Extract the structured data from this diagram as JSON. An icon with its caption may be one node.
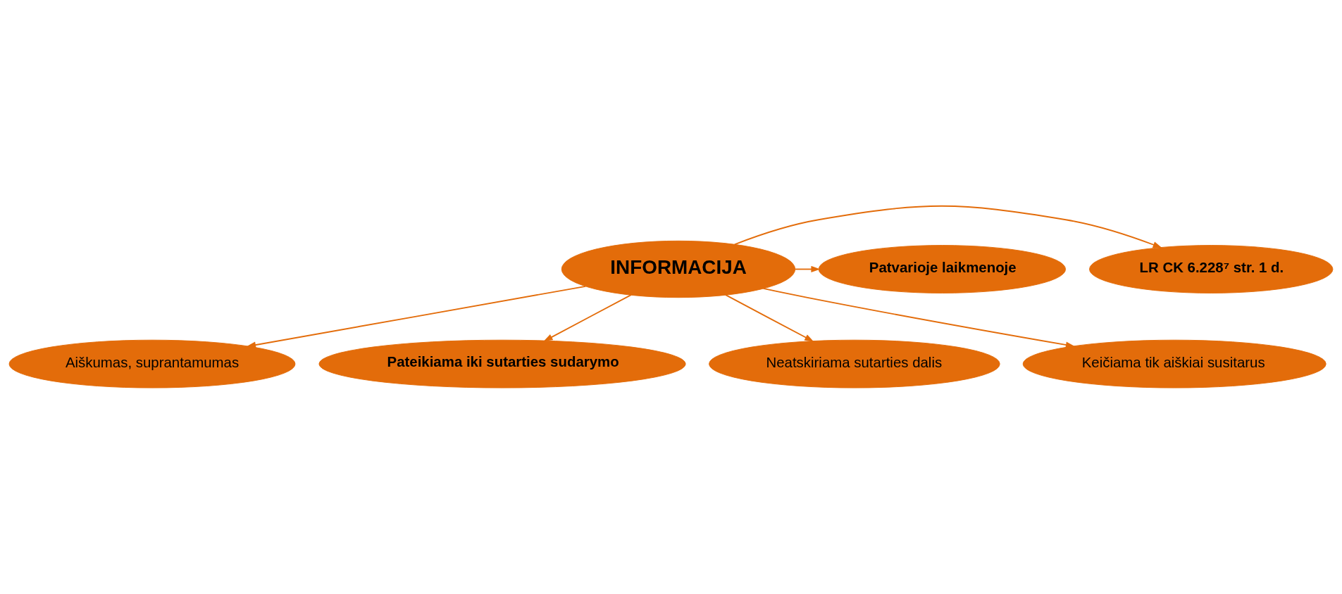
{
  "diagram": {
    "nodes": [
      {
        "text": [
          "INFORMACIJA"
        ]
      },
      {
        "text": [
          "LR CK 6.228⁷ str. 1 d."
        ]
      },
      {
        "text": [
          "Patvarioje laikmenoje"
        ]
      },
      {
        "text": [
          "Aiškumas, suprantamumas"
        ]
      },
      {
        "text": [
          "Pateikiama iki sutarties sudarymo"
        ]
      },
      {
        "text": [
          "Neatskiriama sutarties dalis"
        ]
      },
      {
        "text": [
          "Keičiama tik aiškiai susitarus"
        ]
      }
    ],
    "edges": [
      {
        "from": 0,
        "to": 1,
        "arrow": "to"
      },
      {
        "from": 0,
        "to": 2,
        "arrow": "to"
      },
      {
        "from": 0,
        "to": 3,
        "arrow": "to"
      },
      {
        "from": 0,
        "to": 4,
        "arrow": "to"
      },
      {
        "from": 0,
        "to": 5,
        "arrow": "to"
      },
      {
        "from": 0,
        "to": 6,
        "arrow": "to"
      }
    ]
  }
}
